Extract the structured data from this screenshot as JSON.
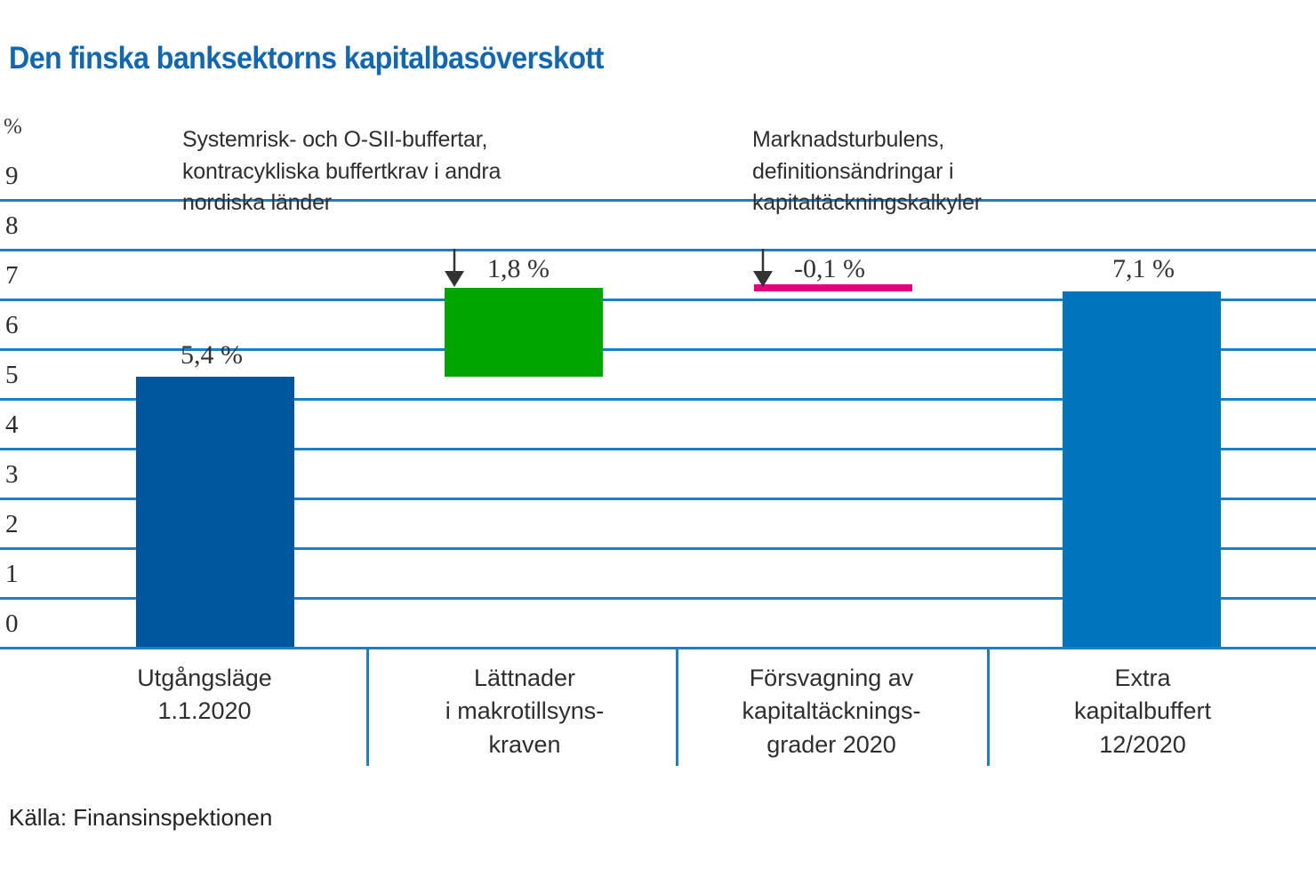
{
  "title": "Den finska banksektorns kapitalbasöverskott",
  "source": "Källa: Finansinspektionen",
  "axis": {
    "unit": "%",
    "ticks": [
      "9",
      "8",
      "7",
      "6",
      "5",
      "4",
      "3",
      "2",
      "1",
      "0"
    ]
  },
  "annotations": [
    {
      "text": "Systemrisk- och O-SII-buffertar,\nkontracykliska buffertkrav i andra\nnordiska länder"
    },
    {
      "text": "Marknadsturbulens,\ndefinitionsändringar i\nkapitaltäckningskalkyler"
    }
  ],
  "labels": {
    "bar1": "5,4 %",
    "bar2": "1,8 %",
    "bar3": "-0,1 %",
    "bar4": "7,1 %"
  },
  "categories": [
    "Utgångsläge\n1.1.2020",
    "Lättnader\ni makrotillsyns-\nkraven",
    "Försvagning av\nkapitaltäcknings-\ngrader 2020",
    "Extra\nkapitalbuffert\n12/2020"
  ],
  "colors": {
    "title": "#1267b2",
    "grid": "#1b7fc4",
    "bar_base": "#00579e",
    "bar_increase": "#00a500",
    "bar_decrease": "#e4007f",
    "bar_final": "#0074bd",
    "text": "#2e2e2e"
  },
  "chart_data": {
    "type": "bar",
    "subtype": "waterfall",
    "title": "Den finska banksektorns kapitalbasöverskott",
    "xlabel": "",
    "ylabel": "%",
    "ylim": [
      0,
      9
    ],
    "yticks": [
      0,
      1,
      2,
      3,
      4,
      5,
      6,
      7,
      8,
      9
    ],
    "grid": true,
    "legend": "none",
    "categories": [
      "Utgångsläge 1.1.2020",
      "Lättnader i makrotillsynskraven",
      "Försvagning av kapitaltäckningsgrader 2020",
      "Extra kapitalbuffert 12/2020"
    ],
    "values": [
      5.4,
      1.8,
      -0.1,
      7.1
    ],
    "value_labels": [
      "5,4 %",
      "1,8 %",
      "-0,1 %",
      "7,1 %"
    ],
    "bar_spans": [
      {
        "category": "Utgångsläge 1.1.2020",
        "bottom": 0.0,
        "top": 5.4,
        "color": "#00579e"
      },
      {
        "category": "Lättnader i makrotillsynskraven",
        "bottom": 5.4,
        "top": 7.2,
        "color": "#00a500"
      },
      {
        "category": "Försvagning av kapitaltäckningsgrader 2020",
        "bottom": 7.1,
        "top": 7.2,
        "color": "#e4007f"
      },
      {
        "category": "Extra kapitalbuffert 12/2020",
        "bottom": 0.0,
        "top": 7.1,
        "color": "#0074bd"
      }
    ],
    "annotations": [
      "Systemrisk- och O-SII-buffertar, kontracykliska buffertkrav i andra nordiska länder",
      "Marknadsturbulens, definitionsändringar i kapitaltäckningskalkyler"
    ],
    "source": "Källa: Finansinspektionen"
  }
}
